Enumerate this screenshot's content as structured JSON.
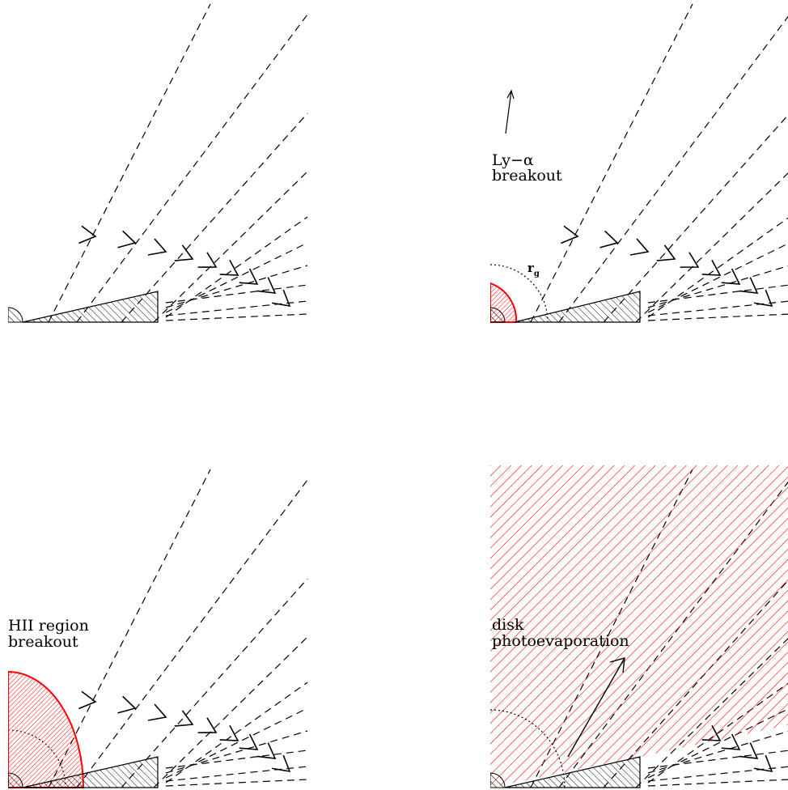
{
  "panels": [
    {
      "id": "p1",
      "caption": []
    },
    {
      "id": "p2",
      "caption": [
        "Ly−α",
        "breakout"
      ],
      "radius_label": {
        "main": "r",
        "sub": "g"
      }
    },
    {
      "id": "p3",
      "caption": [
        "HII region",
        "breakout"
      ]
    },
    {
      "id": "p4",
      "caption": [
        "disk",
        "photoevaporation"
      ]
    }
  ],
  "colors": {
    "ionized": "#ff0000",
    "ink": "#000000"
  },
  "icons": [
    "accretion-flow-arrow",
    "outflow-arrow"
  ]
}
